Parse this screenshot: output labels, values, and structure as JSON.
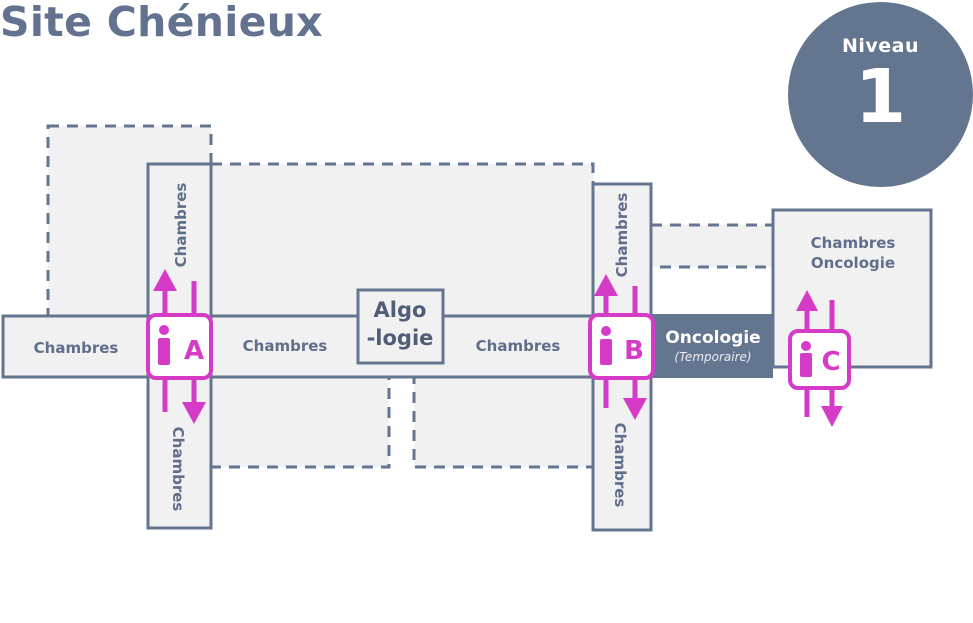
{
  "site": {
    "title": "Site Chénieux"
  },
  "level": {
    "label": "Niveau",
    "number": "1"
  },
  "rooms": {
    "chambres_left": "Chambres",
    "chambres_a_up": "Chambres",
    "chambres_a_down": "Chambres",
    "chambres_mid": "Chambres",
    "chambres_right": "Chambres",
    "chambres_b_up": "Chambres",
    "chambres_b_down": "Chambres",
    "chambres_oncologie_line1": "Chambres",
    "chambres_oncologie_line2": "Oncologie",
    "algologie_line1": "Algo",
    "algologie_line2": "-logie",
    "oncologie_temp_title": "Oncologie",
    "oncologie_temp_sub": "(Temporaire)"
  },
  "elevators": [
    {
      "letter": "A"
    },
    {
      "letter": "B"
    },
    {
      "letter": "C"
    }
  ],
  "colors": {
    "outline": "#647590",
    "fill": "#f1f1f1",
    "accent": "#d63bc8",
    "dark_block": "#647590"
  }
}
